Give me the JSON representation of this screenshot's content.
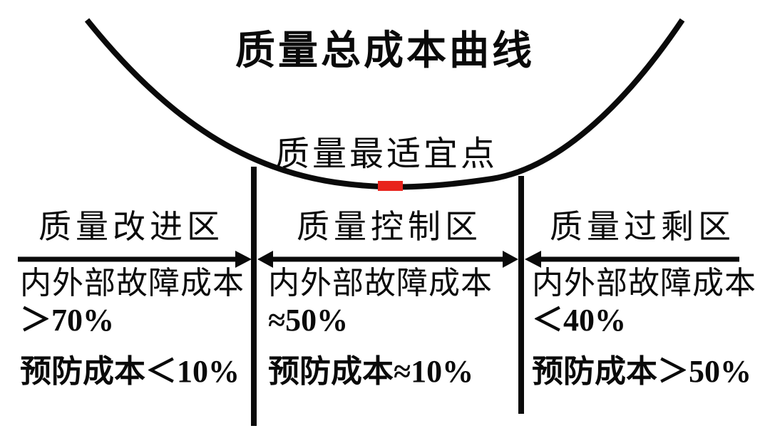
{
  "colors": {
    "ink": "#0a0a0a",
    "marker_red": "#e8231c",
    "background": "#ffffff"
  },
  "title": "质量总成本曲线",
  "optimal_point_label": "质量最适宜点",
  "zones": [
    {
      "label": "质量改进区",
      "arrow_direction": "right",
      "failure_line": "内外部故障成本",
      "failure_value": "＞70%",
      "prevention_line": "预防成本＜10%"
    },
    {
      "label": "质量控制区",
      "arrow_direction": "both",
      "failure_line": "内外部故障成本",
      "failure_value": "≈50%",
      "prevention_line": "预防成本≈10%"
    },
    {
      "label": "质量过剩区",
      "arrow_direction": "left",
      "failure_line": "内外部故障成本",
      "failure_value": "＜40%",
      "prevention_line": "预防成本＞50%"
    }
  ]
}
